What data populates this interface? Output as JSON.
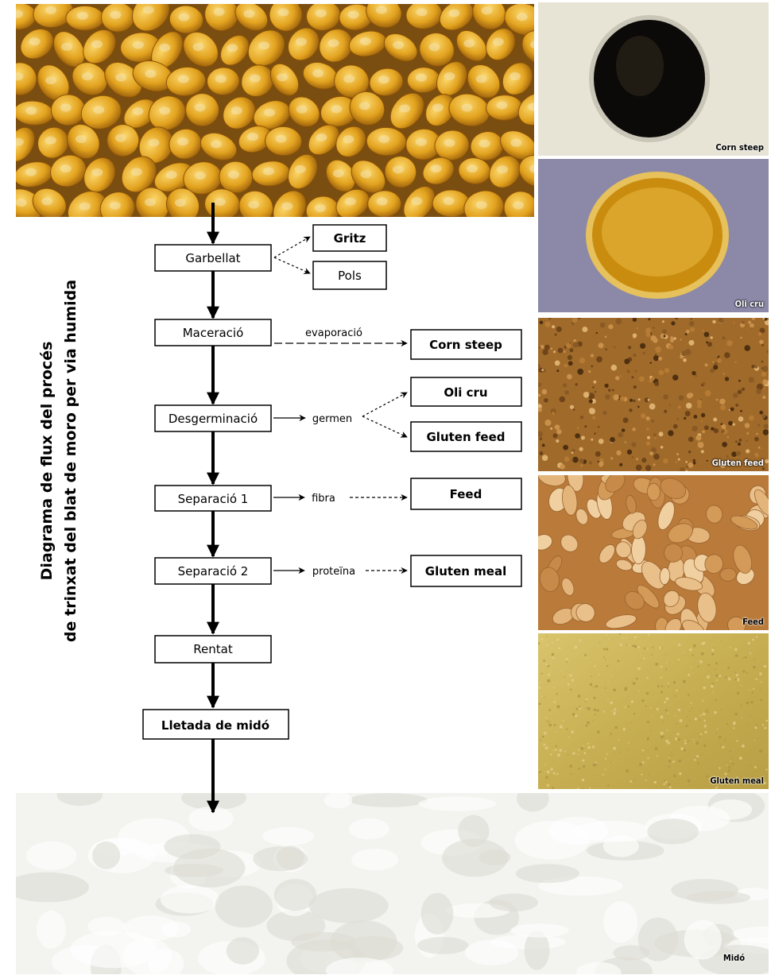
{
  "title": {
    "line1": "Diagrama de flux del procés",
    "line2": "de trinxat del blat de moro per via humida"
  },
  "steps": {
    "garbellat": "Garbellat",
    "maceracio": "Maceració",
    "desgerminacio": "Desgerminació",
    "separacio1": "Separació 1",
    "separacio2": "Separació 2",
    "rentat": "Rentat",
    "lletada": "Lletada de midó"
  },
  "products": {
    "gritz": "Gritz",
    "pols": "Pols",
    "corn_steep": "Corn steep",
    "oli_cru": "Oli cru",
    "gluten_feed": "Gluten feed",
    "feed": "Feed",
    "gluten_meal": "Gluten meal"
  },
  "intermediates": {
    "evaporacio": "evaporació",
    "germen": "germen",
    "fibra": "fibra",
    "proteina": "proteïna"
  },
  "photo_captions": {
    "corn_steep": "Corn steep",
    "oli_cru": "Oli cru",
    "gluten_feed": "Gluten feed",
    "feed": "Feed",
    "gluten_meal": "Gluten meal",
    "mido": "Midó"
  },
  "colors": {
    "kernel": "#e2a21e",
    "oil": "#d69a12",
    "gluten_feed": "#a8722e",
    "feed": "#cf9a5a",
    "gluten_meal": "#c9b35a",
    "starch": "#f4f4f0"
  }
}
